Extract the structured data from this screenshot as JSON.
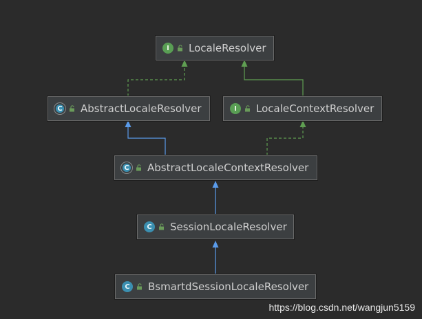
{
  "nodes": {
    "locale_resolver": {
      "name": "LocaleResolver",
      "kind": "I"
    },
    "abstract_locale_resolver": {
      "name": "AbstractLocaleResolver",
      "kind": "C"
    },
    "locale_context_resolver": {
      "name": "LocaleContextResolver",
      "kind": "I"
    },
    "abstract_locale_context_resolver": {
      "name": "AbstractLocaleContextResolver",
      "kind": "C"
    },
    "session_locale_resolver": {
      "name": "SessionLocaleResolver",
      "kind": "C"
    },
    "bsmartd_session_locale_resolver": {
      "name": "BsmartdSessionLocaleResolver",
      "kind": "C"
    }
  },
  "edges": [
    {
      "from": "AbstractLocaleResolver",
      "to": "LocaleResolver",
      "type": "implements",
      "color": "#5f9e52"
    },
    {
      "from": "LocaleContextResolver",
      "to": "LocaleResolver",
      "type": "extends",
      "color": "#5f9e52"
    },
    {
      "from": "AbstractLocaleContextResolver",
      "to": "AbstractLocaleResolver",
      "type": "extends",
      "color": "#5a9bea"
    },
    {
      "from": "AbstractLocaleContextResolver",
      "to": "LocaleContextResolver",
      "type": "implements",
      "color": "#5f9e52"
    },
    {
      "from": "SessionLocaleResolver",
      "to": "AbstractLocaleContextResolver",
      "type": "extends",
      "color": "#5a9bea"
    },
    {
      "from": "BsmartdSessionLocaleResolver",
      "to": "SessionLocaleResolver",
      "type": "extends",
      "color": "#5a9bea"
    }
  ],
  "colors": {
    "background": "#2b2b2b",
    "node_fill": "#3c3f41",
    "node_border": "#6b6b6b",
    "interface_edge": "#5f9e52",
    "class_edge": "#5a9bea",
    "interface_badge": "#599e54",
    "class_badge": "#3b8fb0"
  },
  "watermark": "https://blog.csdn.net/wangjun5159"
}
